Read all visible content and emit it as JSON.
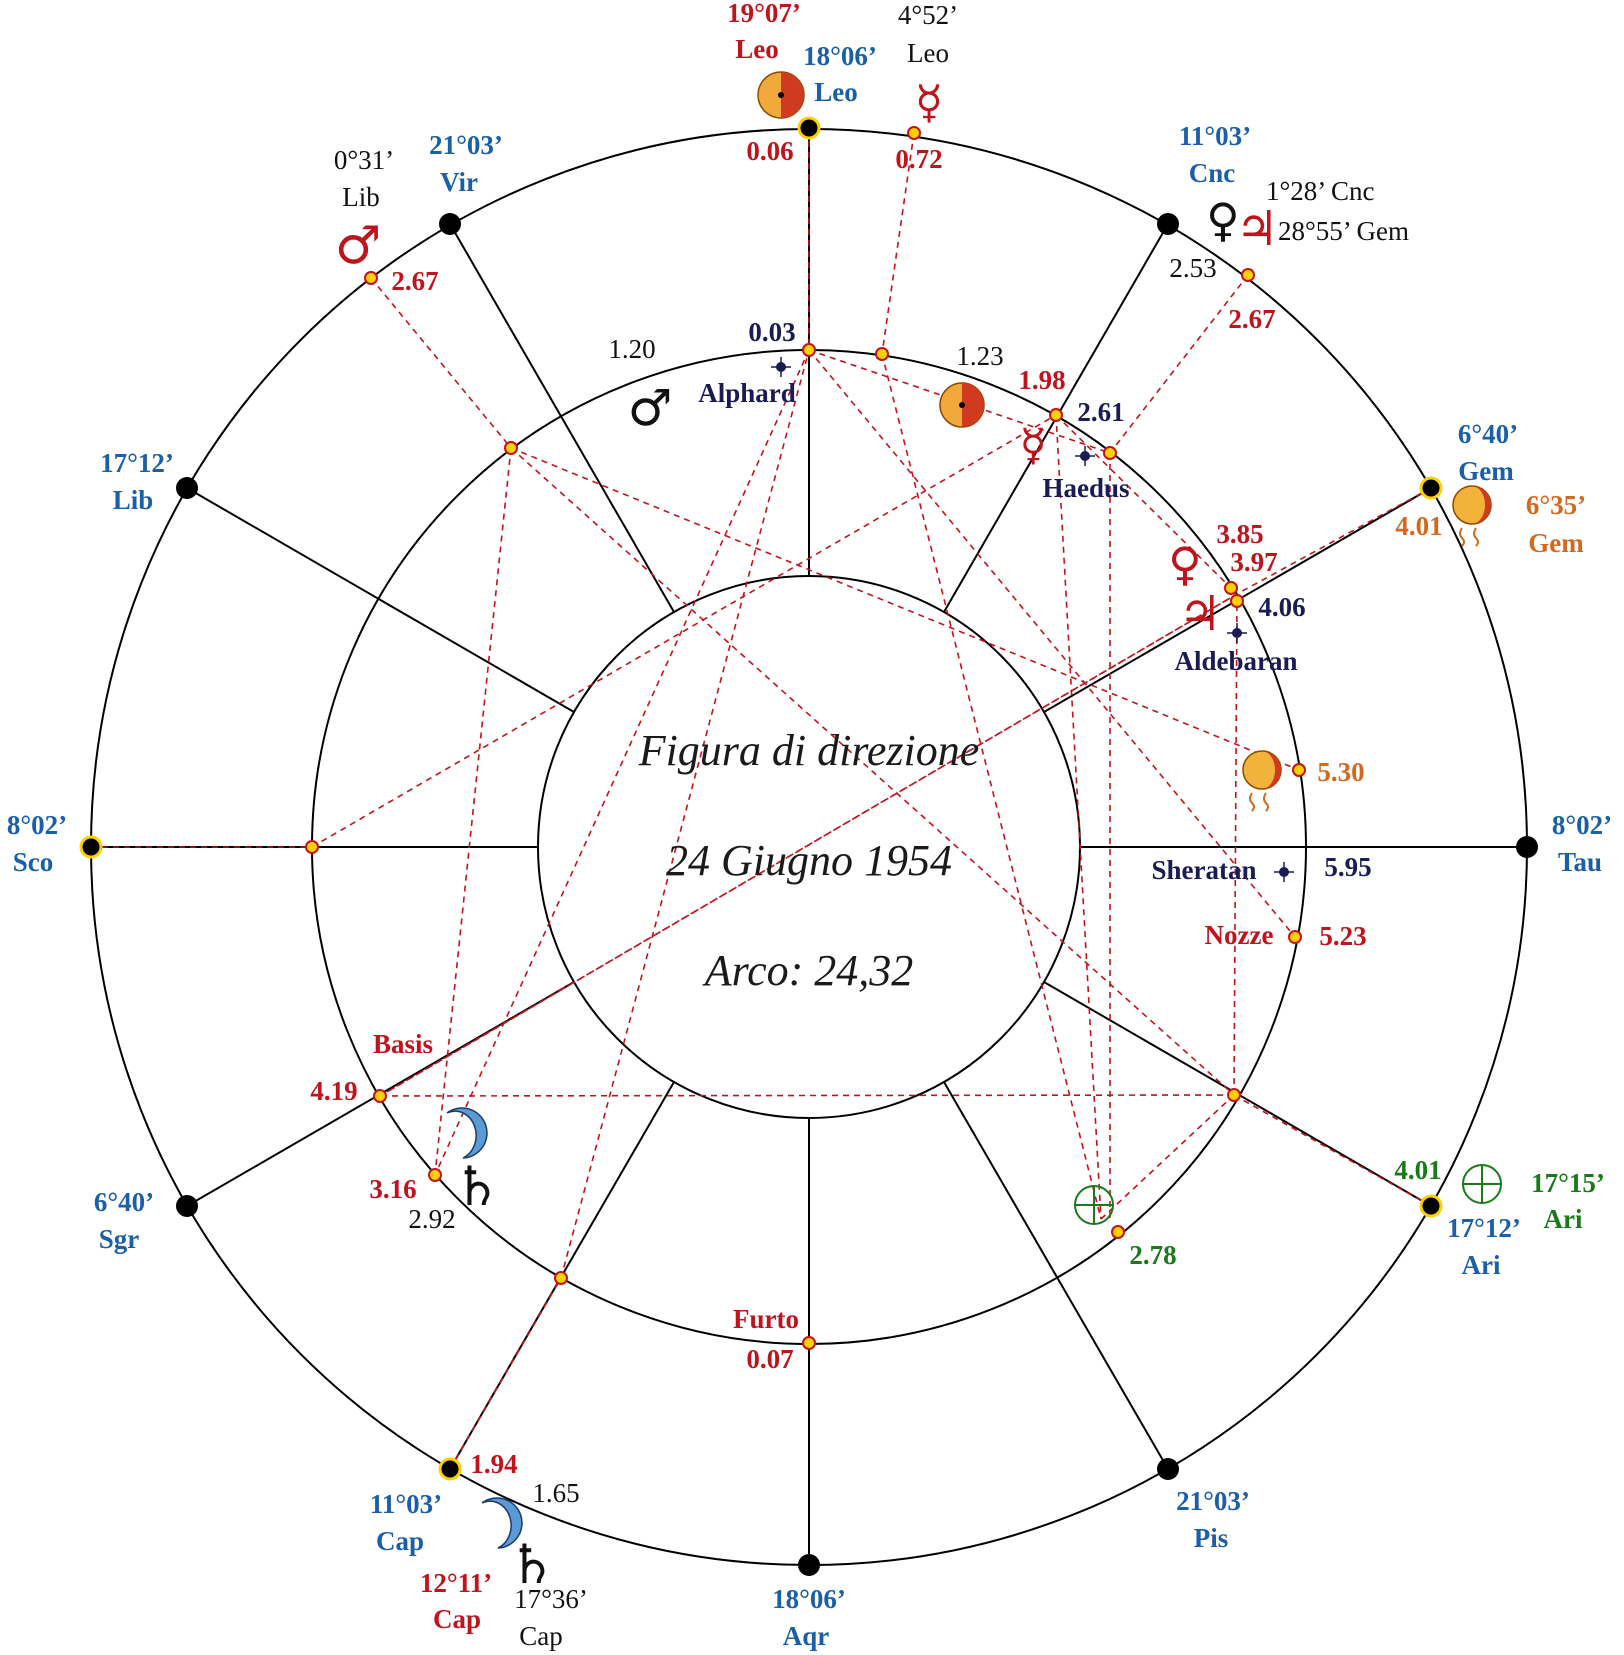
{
  "title": {
    "line1": "Figura di direzione",
    "line2": "24 Giugno 1954",
    "line3": "Arco: 24,32"
  },
  "colors": {
    "cusp": "#1a5fa8",
    "red": "#c0141c",
    "navy": "#1a1a55",
    "orange": "#d2691e",
    "green": "#1a7a1a",
    "black": "#111111"
  },
  "cusps": [
    {
      "deg": "18°06’",
      "sign": "Leo"
    },
    {
      "deg": "11°03’",
      "sign": "Cnc"
    },
    {
      "deg": "6°40’",
      "sign": "Gem"
    },
    {
      "deg": "8°02’",
      "sign": "Tau"
    },
    {
      "deg": "17°12’",
      "sign": "Ari"
    },
    {
      "deg": "21°03’",
      "sign": "Pis"
    },
    {
      "deg": "18°06’",
      "sign": "Aqr"
    },
    {
      "deg": "11°03’",
      "sign": "Cap"
    },
    {
      "deg": "6°40’",
      "sign": "Sgr"
    },
    {
      "deg": "8°02’",
      "sign": "Sco"
    },
    {
      "deg": "17°12’",
      "sign": "Lib"
    },
    {
      "deg": "21°03’",
      "sign": "Vir"
    }
  ],
  "natal_positions": [
    {
      "planet": "sun-icon",
      "deg": "19°07’",
      "sign": "Leo"
    },
    {
      "planet": "mercury-icon",
      "deg": "4°52’",
      "sign": "Leo"
    },
    {
      "planet": "mars-icon",
      "deg": "0°31’",
      "sign": "Lib"
    },
    {
      "planet": "venus-icon",
      "deg": "1°28’",
      "sign": "Cnc"
    },
    {
      "planet": "jupiter-icon",
      "deg": "28°55’",
      "sign": "Gem"
    },
    {
      "planet": "moon-icon",
      "deg": "6°35’",
      "sign": "Gem"
    },
    {
      "planet": "part-of-fortune-icon",
      "deg": "17°15’",
      "sign": "Ari"
    },
    {
      "planet": "moon-icon",
      "deg": "12°11’",
      "sign": "Cap"
    },
    {
      "planet": "saturn-icon",
      "deg": "17°36’",
      "sign": "Cap"
    }
  ],
  "values": {
    "sun_outer": "0.06",
    "mercury_outer": "0.72",
    "mars_outer": "2.67",
    "venus_outer": "2.53",
    "jupiter_outer": "2.67",
    "moon_outer": "4.01",
    "fortune_outer": "4.01",
    "cap_outer": "1.94",
    "saturn_outer": "1.65",
    "alphard": "0.03",
    "mars_inner": "1.20",
    "mercury_inner": "1.23",
    "sun_inner": "1.98",
    "haedus": "2.61",
    "venus_inner": "3.85",
    "jupiter_inner": "3.97",
    "aldebaran": "4.06",
    "moon_inner": "5.30",
    "sheratan": "5.95",
    "nozze": "5.23",
    "fortune_inner": "2.78",
    "furto": "0.07",
    "basis": "4.19",
    "moon_sw": "3.16",
    "saturn_sw": "2.92"
  },
  "stars": {
    "alphard": "Alphard",
    "haedus": "Haedus",
    "aldebaran": "Aldebaran",
    "sheratan": "Sheratan"
  },
  "lots": {
    "nozze": "Nozze",
    "furto": "Furto",
    "basis": "Basis"
  },
  "glyphs": {
    "mercury": "☿",
    "mars": "♂",
    "venus": "♀",
    "jupiter": "♃",
    "saturn": "♄"
  }
}
